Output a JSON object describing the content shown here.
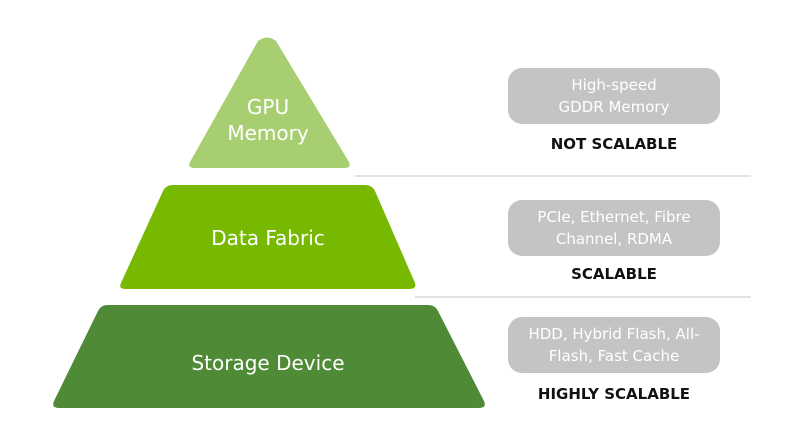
{
  "tiers": [
    {
      "label": "GPU\nMemory",
      "color": "#a7cf72",
      "description": "High-speed\nGDDR Memory",
      "scalability": "NOT SCALABLE"
    },
    {
      "label": "Data Fabric",
      "color": "#76b900",
      "description": "PCIe, Ethernet, Fibre\nChannel, RDMA",
      "scalability": "SCALABLE"
    },
    {
      "label": "Storage Device",
      "color": "#4f8a36",
      "description": "HDD, Hybrid Flash, All-\nFlash, Fast Cache",
      "scalability": "HIGHLY SCALABLE"
    }
  ],
  "colors": {
    "pill_background": "#c4c4c4",
    "divider": "#d0d0d0"
  }
}
